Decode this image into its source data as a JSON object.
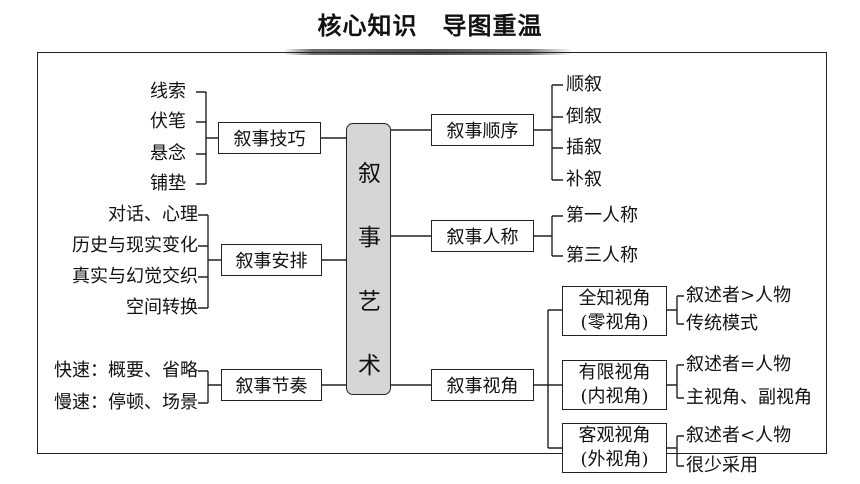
{
  "title": "核心知识　导图重温",
  "center": {
    "chars": [
      "叙",
      "事",
      "艺",
      "术"
    ]
  },
  "left": {
    "skills": {
      "label": "叙事技巧",
      "items": [
        "线索",
        "伏笔",
        "悬念",
        "铺垫"
      ]
    },
    "arrangement": {
      "label": "叙事安排",
      "items": [
        "对话、心理",
        "历史与现实变化",
        "真实与幻觉交织",
        "空间转换"
      ]
    },
    "rhythm": {
      "label": "叙事节奏",
      "items": [
        "快速：概要、省略",
        "慢速：停顿、场景"
      ]
    }
  },
  "right": {
    "order": {
      "label": "叙事顺序",
      "items": [
        "顺叙",
        "倒叙",
        "插叙",
        "补叙"
      ]
    },
    "person": {
      "label": "叙事人称",
      "items": [
        "第一人称",
        "第三人称"
      ]
    },
    "view": {
      "label": "叙事视角",
      "groups": [
        {
          "line1": "全知视角",
          "line2": "(零视角)",
          "items": [
            "叙述者>人物",
            "传统模式"
          ]
        },
        {
          "line1": "有限视角",
          "line2": "(内视角)",
          "items": [
            "叙述者=人物",
            "主视角、副视角"
          ]
        },
        {
          "line1": "客观视角",
          "line2": "(外视角)",
          "items": [
            "叙述者<人物",
            "很少采用"
          ]
        }
      ]
    }
  }
}
